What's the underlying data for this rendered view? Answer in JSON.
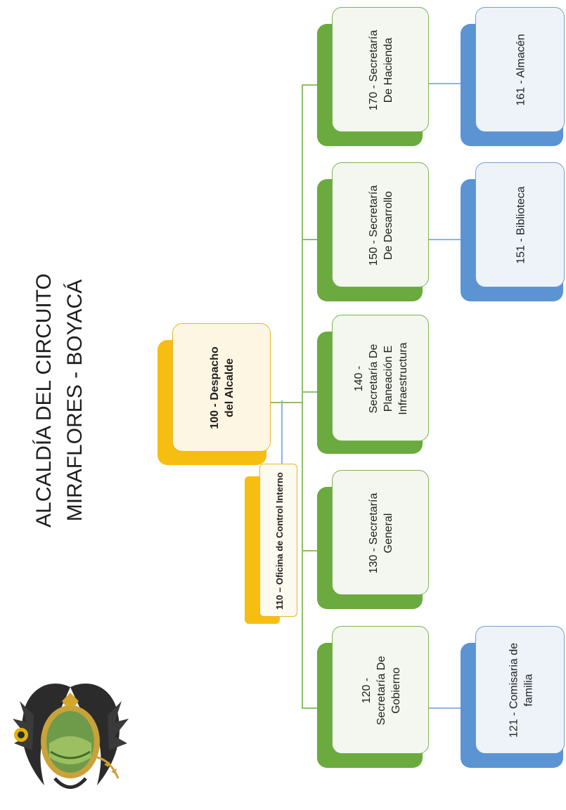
{
  "title": {
    "line1": "ALCALDÍA DEL CIRCUITO",
    "line2": "MIRAFLORES - BOYACÁ"
  },
  "colors": {
    "green": "#6aaa3f",
    "blue": "#5b93d3",
    "yellow": "#f7be12",
    "connector_green": "#8cc06a",
    "connector_blue": "#8fb3df"
  },
  "icons": {
    "logo": "coat-of-arms-eagle"
  },
  "nodes": {
    "despacho": {
      "line1": "100 - Despacho",
      "line2": "del Alcalde"
    },
    "control_interno": {
      "label": "110 – Oficina de Control Interno"
    },
    "gobierno": {
      "line1": "120 -",
      "line2": "Secretaría De",
      "line3": "Gobierno"
    },
    "general": {
      "line1": "130 - Secretaría",
      "line2": "General"
    },
    "planeacion": {
      "line1": "140 -",
      "line2": "Secretaría De",
      "line3": "Planeación E",
      "line4": "Infraestructura"
    },
    "desarrollo": {
      "line1": "150 - Secretaría",
      "line2": "De Desarrollo"
    },
    "hacienda": {
      "line1": "170 - Secretaría",
      "line2": "De Hacienda"
    },
    "comisaria": {
      "line1": "121 - Comisaria de",
      "line2": "familia"
    },
    "biblioteca": {
      "label": "151 - Biblioteca"
    },
    "almacen": {
      "label": "161 - Almacén"
    }
  }
}
